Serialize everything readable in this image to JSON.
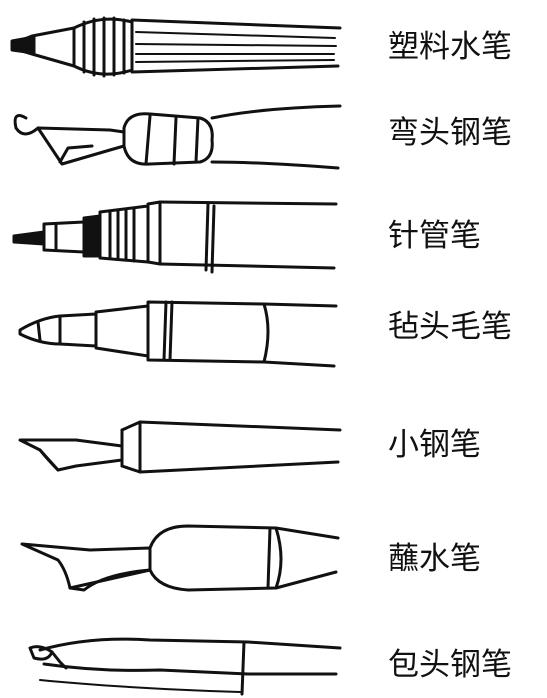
{
  "pens": [
    {
      "id": "plastic-pen",
      "label": "塑料水笔"
    },
    {
      "id": "bent-nib-pen",
      "label": "弯头钢笔"
    },
    {
      "id": "needle-pen",
      "label": "针管笔"
    },
    {
      "id": "felt-tip-pen",
      "label": "毡头毛笔"
    },
    {
      "id": "small-nib-pen",
      "label": "小钢笔"
    },
    {
      "id": "dip-pen",
      "label": "蘸水笔"
    },
    {
      "id": "hooded-nib-pen",
      "label": "包头钢笔"
    }
  ]
}
